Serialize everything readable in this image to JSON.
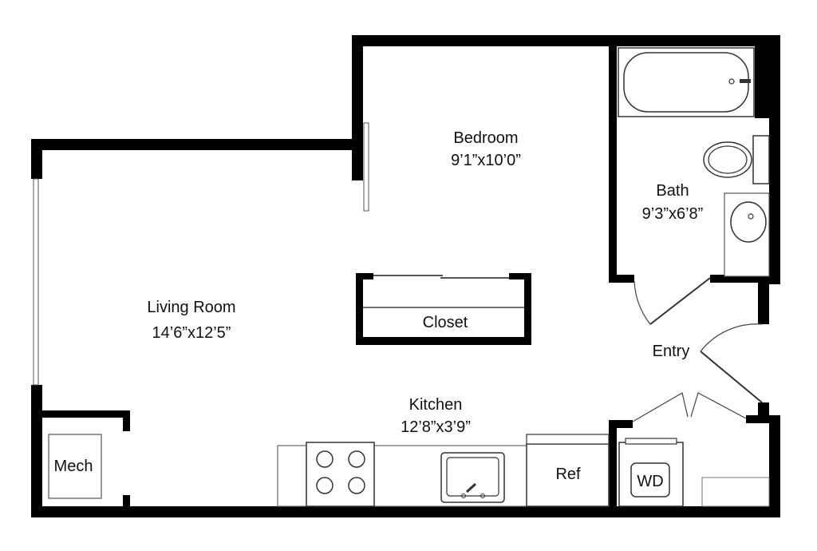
{
  "rooms": {
    "bedroom": {
      "name": "Bedroom",
      "size": "9’1”x10’0”"
    },
    "bath": {
      "name": "Bath",
      "size": "9’3”x6’8”"
    },
    "living": {
      "name": "Living Room",
      "size": "14’6”x12’5”"
    },
    "kitchen": {
      "name": "Kitchen",
      "size": "12’8”x3’9”"
    },
    "closet": {
      "name": "Closet"
    },
    "entry": {
      "name": "Entry"
    },
    "mech": {
      "name": "Mech"
    }
  },
  "fixtures": {
    "ref": "Ref",
    "wd": "WD"
  },
  "colors": {
    "wall": "#000000",
    "fixture_stroke": "#333333",
    "background": "#ffffff"
  }
}
